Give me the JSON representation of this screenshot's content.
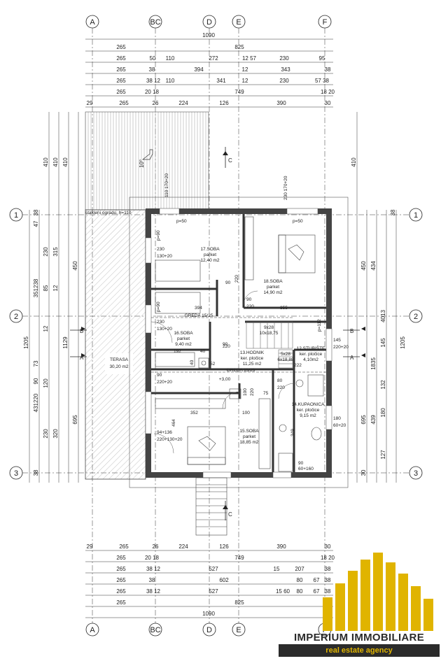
{
  "axes_top": [
    "A",
    "BC",
    "D",
    "E",
    "F"
  ],
  "axes_bottom": [
    "A",
    "BC",
    "D",
    "E",
    "F"
  ],
  "axes_left": [
    "1",
    "2",
    "3"
  ],
  "axes_right": [
    "1",
    "2",
    "3"
  ],
  "top_dims": {
    "r0": [
      "1090"
    ],
    "r1": [
      "265",
      "825"
    ],
    "r2": [
      "265",
      "50",
      "110",
      "272",
      "12 57",
      "230",
      "95"
    ],
    "r3": [
      "265",
      "38",
      "394",
      "12",
      "343",
      "38"
    ],
    "r4": [
      "265",
      "38 12",
      "110",
      "341",
      "12",
      "230",
      "57 38"
    ],
    "r5": [
      "265",
      "20 18",
      "749",
      "18 20"
    ],
    "r6": [
      "29",
      "265",
      "26",
      "224",
      "126",
      "390",
      "30"
    ]
  },
  "bottom_dims": {
    "r6": [
      "29",
      "265",
      "26",
      "224",
      "126",
      "390",
      "30"
    ],
    "r5": [
      "265",
      "20 18",
      "749",
      "18 20"
    ],
    "r4": [
      "265",
      "38 12",
      "527",
      "15",
      "207",
      "38"
    ],
    "r3": [
      "265",
      "38",
      "602",
      "80",
      "67",
      "38"
    ],
    "r2": [
      "265",
      "38 12",
      "527",
      "15 60",
      "80",
      "67",
      "38"
    ],
    "r1": [
      "265",
      "825"
    ],
    "r0": [
      "1090"
    ]
  },
  "left_dims": [
    "410",
    "410",
    "410",
    "1205",
    "450",
    "695",
    "1129",
    "315",
    "320",
    "230",
    "230",
    "47",
    "38",
    "85",
    "12",
    "90",
    "12",
    "73",
    "351238",
    "431220",
    "120",
    "38"
  ],
  "right_dims": [
    "410",
    "1205",
    "450",
    "695",
    "434",
    "439",
    "145",
    "180",
    "132",
    "127",
    "1835",
    "4013",
    "38",
    "30"
  ],
  "labels": {
    "orientation": "10°",
    "note": "stakleni ogradu, h=110",
    "p50a": "p=50",
    "p50b": "p=50",
    "p90a": "p=90",
    "p90b": "p=90",
    "p112": "p=112",
    "window_a": "110\n170+20",
    "window_b": "230\n170+20",
    "room17": "17.SOBA",
    "room17_f": "parket",
    "room17_a": "12,40 m2",
    "room18": "18.SOBA",
    "room18_f": "parket",
    "room18_a": "14,90 m2",
    "room16": "16.SOBA",
    "room16_f": "parket",
    "room16_a": "9,40 m2",
    "room13": "13.HODNIK",
    "room13_f": "ker. pločice",
    "room13_a": "11,25 m2",
    "room12": "12.STUBIŠTE",
    "room12_f": "ker. pločice",
    "room12_a": "6x18,88 ",
    "room12_b": "4,10m2",
    "room14": "14.KUPAONICA",
    "room14_f": "ker. pločice",
    "room14_a": "9,15 m2",
    "room15": "15.SOBA",
    "room15_f": "parket",
    "room15_a": "18,85 m2",
    "terasa": "TERASA",
    "terasa_a": "30,20 m2",
    "greda1": "GREDA 15/25",
    "greda2": "GREDA 15/25",
    "level": "+3,00",
    "stair1": "9x28",
    "stair2": "10x18,75",
    "stair3": "5x28",
    "d230a": "230",
    "d130a": "130+20",
    "d230b": "230",
    "d130b": "130+20",
    "d90a": "90",
    "d220a": "220+20",
    "d94": "94+136",
    "d220b": "220+130+20",
    "d145": "145",
    "d220c": "220+20",
    "d180": "180",
    "d60": "60+20",
    "d90b": "90",
    "d220d": "220",
    "d90c": "90",
    "d220e": "220",
    "d394": "394",
    "d355": "355",
    "d352": "352",
    "d192": "192",
    "d40a": "40",
    "d40b": "40",
    "d52": "52",
    "d100a": "100",
    "d220f": "220",
    "d100b": "100",
    "d75": "75",
    "d80": "80",
    "d220g": "220",
    "d222": "222",
    "d349": "349",
    "d464": "464",
    "d90d": "90",
    "d160": "60+160",
    "d180b": "180",
    "d60b": "60+20",
    "secA": "A",
    "secB": "B",
    "secC": "C"
  },
  "brand": {
    "name": "IMPERIUM IMMOBILIARE",
    "tagline": "real estate agency",
    "gold": "#e0b400",
    "dark": "#2b2b2b"
  }
}
